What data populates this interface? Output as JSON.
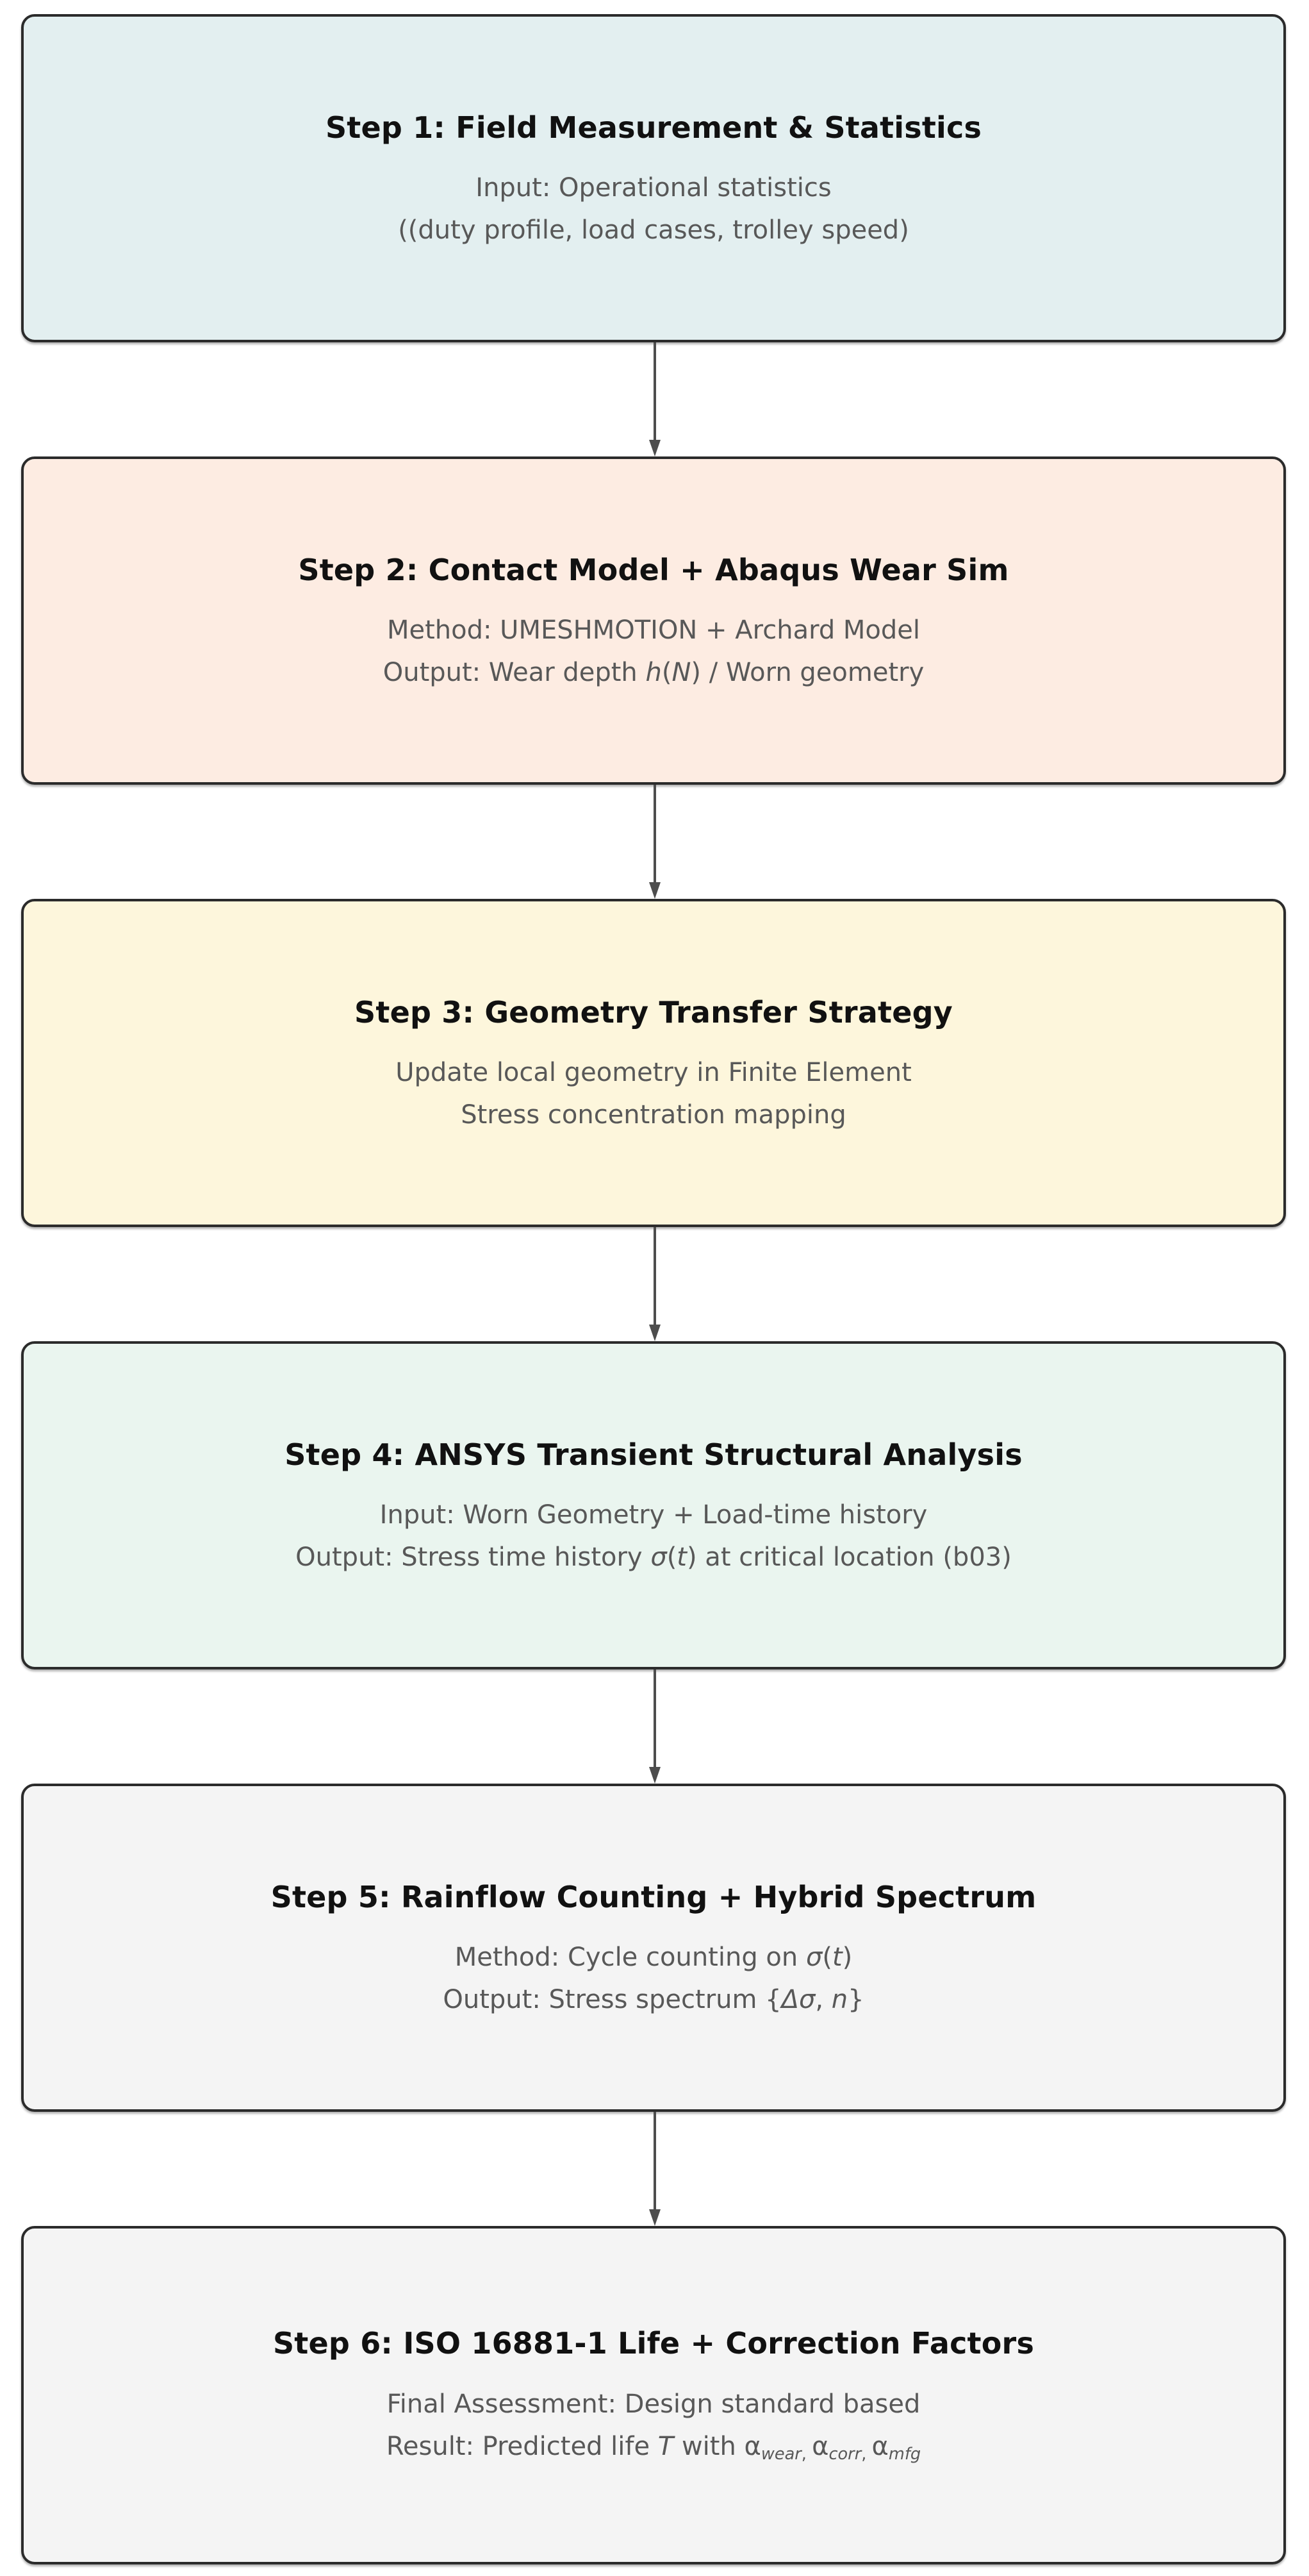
{
  "diagram": {
    "type": "flowchart",
    "orientation": "top-to-bottom",
    "node_count": 6,
    "edge_count": 5
  },
  "theme": {
    "border_color": "#2b2b2b",
    "arrow_color": "#4d4d4d",
    "title_color": "#111111",
    "body_color": "#585858",
    "page_background": "#ffffff"
  },
  "nodes": [
    {
      "id": "step-1",
      "title": "Step 1: Field Measurement & Statistics",
      "fill": "#e3eff0",
      "lines": [
        "Input: Operational statistics",
        "((duty profile, load cases, trolley speed)"
      ]
    },
    {
      "id": "step-2",
      "title": "Step 2: Contact Model + Abaqus Wear Sim",
      "fill": "#fdece2",
      "lines": [
        "Method: UMESHMOTION + Archard Model",
        "Output: Wear depth h(N) / Worn geometry"
      ]
    },
    {
      "id": "step-3",
      "title": "Step 3: Geometry Transfer Strategy",
      "fill": "#fdf6dc",
      "lines": [
        "Update local geometry in Finite Element",
        "Stress concentration mapping"
      ]
    },
    {
      "id": "step-4",
      "title": "Step 4: ANSYS Transient Structural Analysis",
      "fill": "#eaf5ef",
      "lines": [
        "Input: Worn Geometry + Load-time history",
        "Output: Stress time history σ(t) at critical location (b03)"
      ]
    },
    {
      "id": "step-5",
      "title": "Step 5: Rainflow Counting + Hybrid Spectrum",
      "fill": "#f4f4f4",
      "lines": [
        "Method: Cycle counting on σ(t)",
        "Output: Stress spectrum {Δσ, n}"
      ]
    },
    {
      "id": "step-6",
      "title": "Step 6: ISO 16881-1 Life + Correction Factors",
      "fill": "#f4f4f4",
      "lines": [
        "Final Assessment: Design standard based",
        "Result: Predicted life T with αwear, αcorr, αmfg"
      ]
    }
  ],
  "edges": [
    {
      "id": "edge-1",
      "from": "step-1",
      "to": "step-2",
      "marker": "arrow-down"
    },
    {
      "id": "edge-2",
      "from": "step-2",
      "to": "step-3",
      "marker": "arrow-down"
    },
    {
      "id": "edge-3",
      "from": "step-3",
      "to": "step-4",
      "marker": "arrow-down"
    },
    {
      "id": "edge-4",
      "from": "step-4",
      "to": "step-5",
      "marker": "arrow-down"
    },
    {
      "id": "edge-5",
      "from": "step-5",
      "to": "step-6",
      "marker": "arrow-down"
    }
  ],
  "math_fragments": {
    "wear_depth_prefix": "Output: Wear depth ",
    "wear_depth_h": "h",
    "wear_depth_open": "(",
    "wear_depth_N": "N",
    "wear_depth_close": ")",
    "wear_depth_suffix": " / Worn geometry",
    "stress_hist_prefix": "Output: Stress time history ",
    "stress_hist_sigma": "σ",
    "stress_hist_open": "(",
    "stress_hist_t": "t",
    "stress_hist_close": ")",
    "stress_hist_suffix": " at critical location (b03)",
    "cycle_prefix": "Method: Cycle counting on ",
    "cycle_sigma": "σ",
    "cycle_open": "(",
    "cycle_t": "t",
    "cycle_close": ")",
    "spectrum_prefix": "Output: Stress spectrum {",
    "spectrum_delta_sigma": "Δσ",
    "spectrum_sep": ", ",
    "spectrum_n": "n",
    "spectrum_close": "}",
    "result_prefix": "Result: Predicted life ",
    "result_T": "T",
    "result_with": " with ",
    "alpha": "α",
    "sub_wear": "wear",
    "sub_corr": "corr",
    "sub_mfg": "mfg",
    "sub_comma": ", "
  }
}
